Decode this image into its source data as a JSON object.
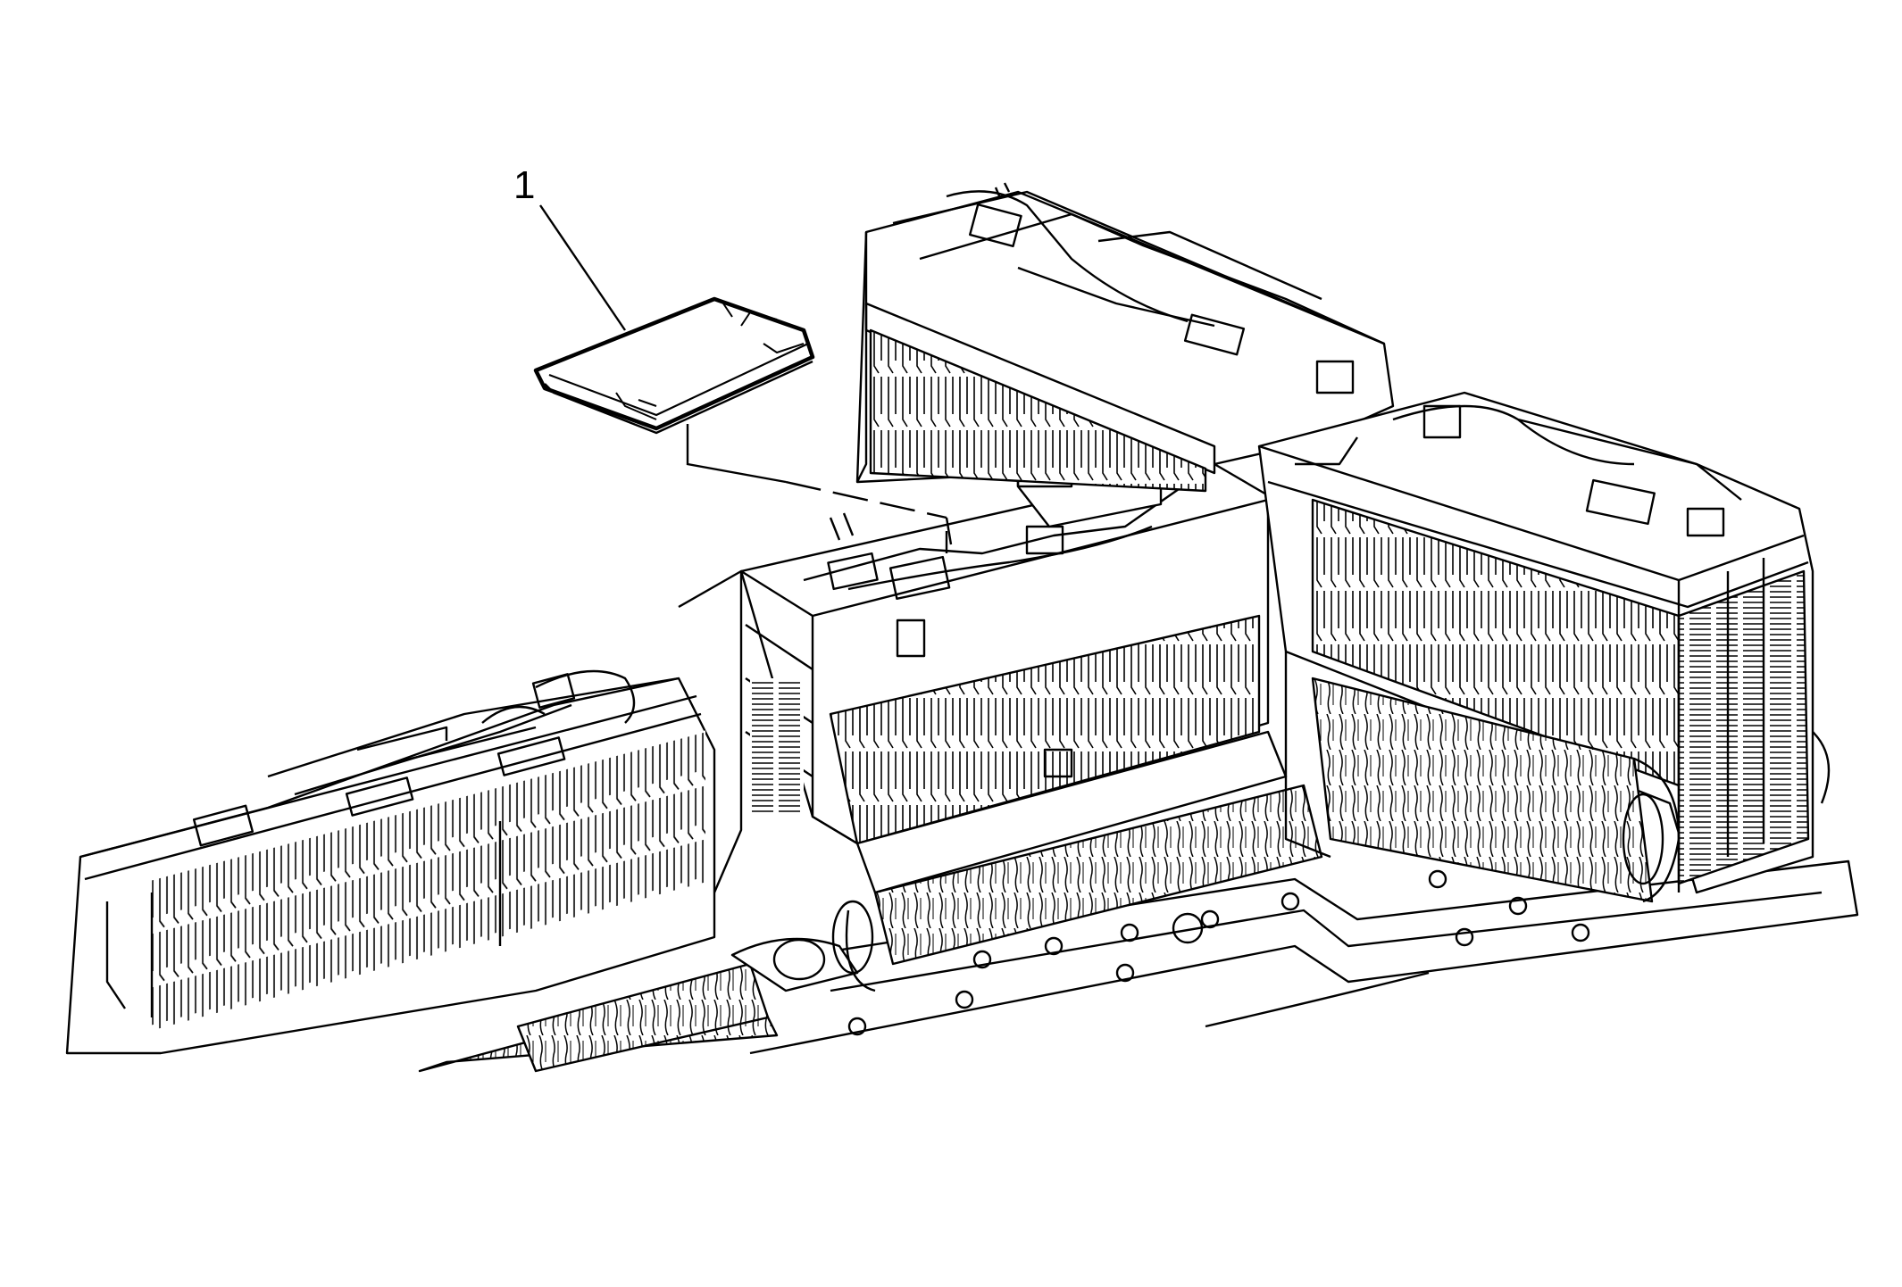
{
  "diagram": {
    "callouts": [
      {
        "id": "1",
        "label": "1",
        "target": "removed-module-cover"
      }
    ],
    "colors": {
      "line": "#000000",
      "background": "#ffffff"
    }
  }
}
